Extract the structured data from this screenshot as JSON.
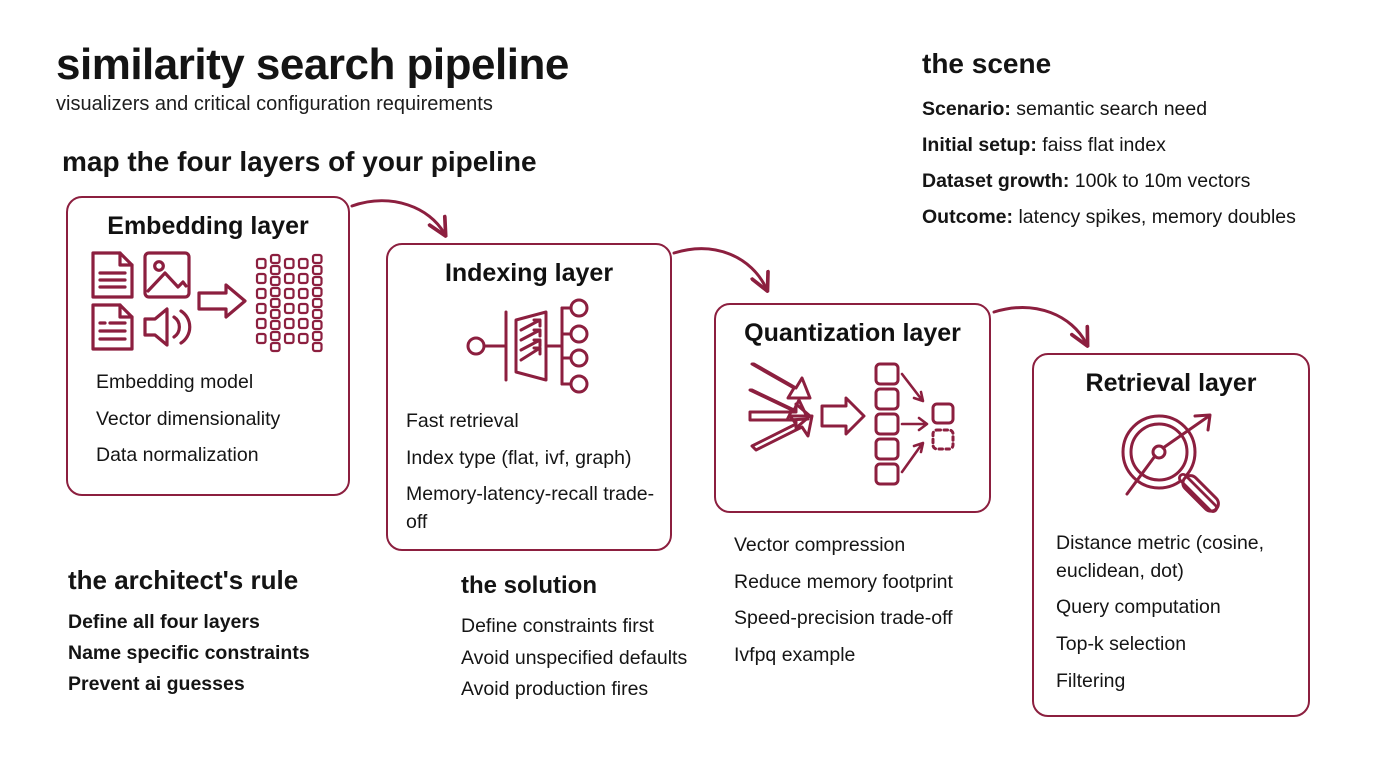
{
  "theme": {
    "accent": "#8C1F3F",
    "accent_light": "#A8284C",
    "text": "#151515",
    "background": "#FFFFFF"
  },
  "header": {
    "title": "similarity search pipeline",
    "subtitle": "visualizers and critical configuration requirements"
  },
  "section": {
    "heading": "map the four layers of your pipeline"
  },
  "scene": {
    "title": "the scene",
    "rows": [
      {
        "label": "Scenario:",
        "value": "semantic search need"
      },
      {
        "label": "Initial setup:",
        "value": "faiss flat index"
      },
      {
        "label": "Dataset growth:",
        "value": "100k to 10m vectors"
      },
      {
        "label": "Outcome:",
        "value": "latency spikes, memory doubles"
      }
    ]
  },
  "cards": [
    {
      "id": "embedding",
      "title": "Embedding layer",
      "icon": "documents-image-audio-to-matrix-icon",
      "items": [
        "Embedding model",
        "Vector dimensionality",
        "Data normalization"
      ]
    },
    {
      "id": "indexing",
      "title": "Indexing layer",
      "icon": "index-fanout-icon",
      "items": [
        "Fast retrieval",
        "Index type (flat, ivf, graph)",
        "Memory-latency-recall trade-off"
      ]
    },
    {
      "id": "quantization",
      "title": "Quantization layer",
      "icon": "vector-compression-icon",
      "items": [
        "Vector compression",
        "Reduce memory footprint",
        "Speed-precision trade-off",
        "Ivfpq example"
      ]
    },
    {
      "id": "retrieval",
      "title": "Retrieval layer",
      "icon": "magnifier-compass-icon",
      "items": [
        "Distance metric (cosine, euclidean, dot)",
        "Query computation",
        "Top-k selection",
        "Filtering"
      ]
    }
  ],
  "architect_rule": {
    "title": "the architect's rule",
    "items": [
      "Define all four layers",
      "Name specific constraints",
      "Prevent ai guesses"
    ]
  },
  "solution": {
    "title": "the solution",
    "items": [
      "Define constraints first",
      "Avoid unspecified defaults",
      "Avoid production fires"
    ]
  },
  "connectors": [
    {
      "from": "embedding",
      "to": "indexing",
      "icon": "curved-arrow-icon"
    },
    {
      "from": "indexing",
      "to": "quantization",
      "icon": "curved-arrow-icon"
    },
    {
      "from": "quantization",
      "to": "retrieval",
      "icon": "curved-arrow-icon"
    }
  ]
}
